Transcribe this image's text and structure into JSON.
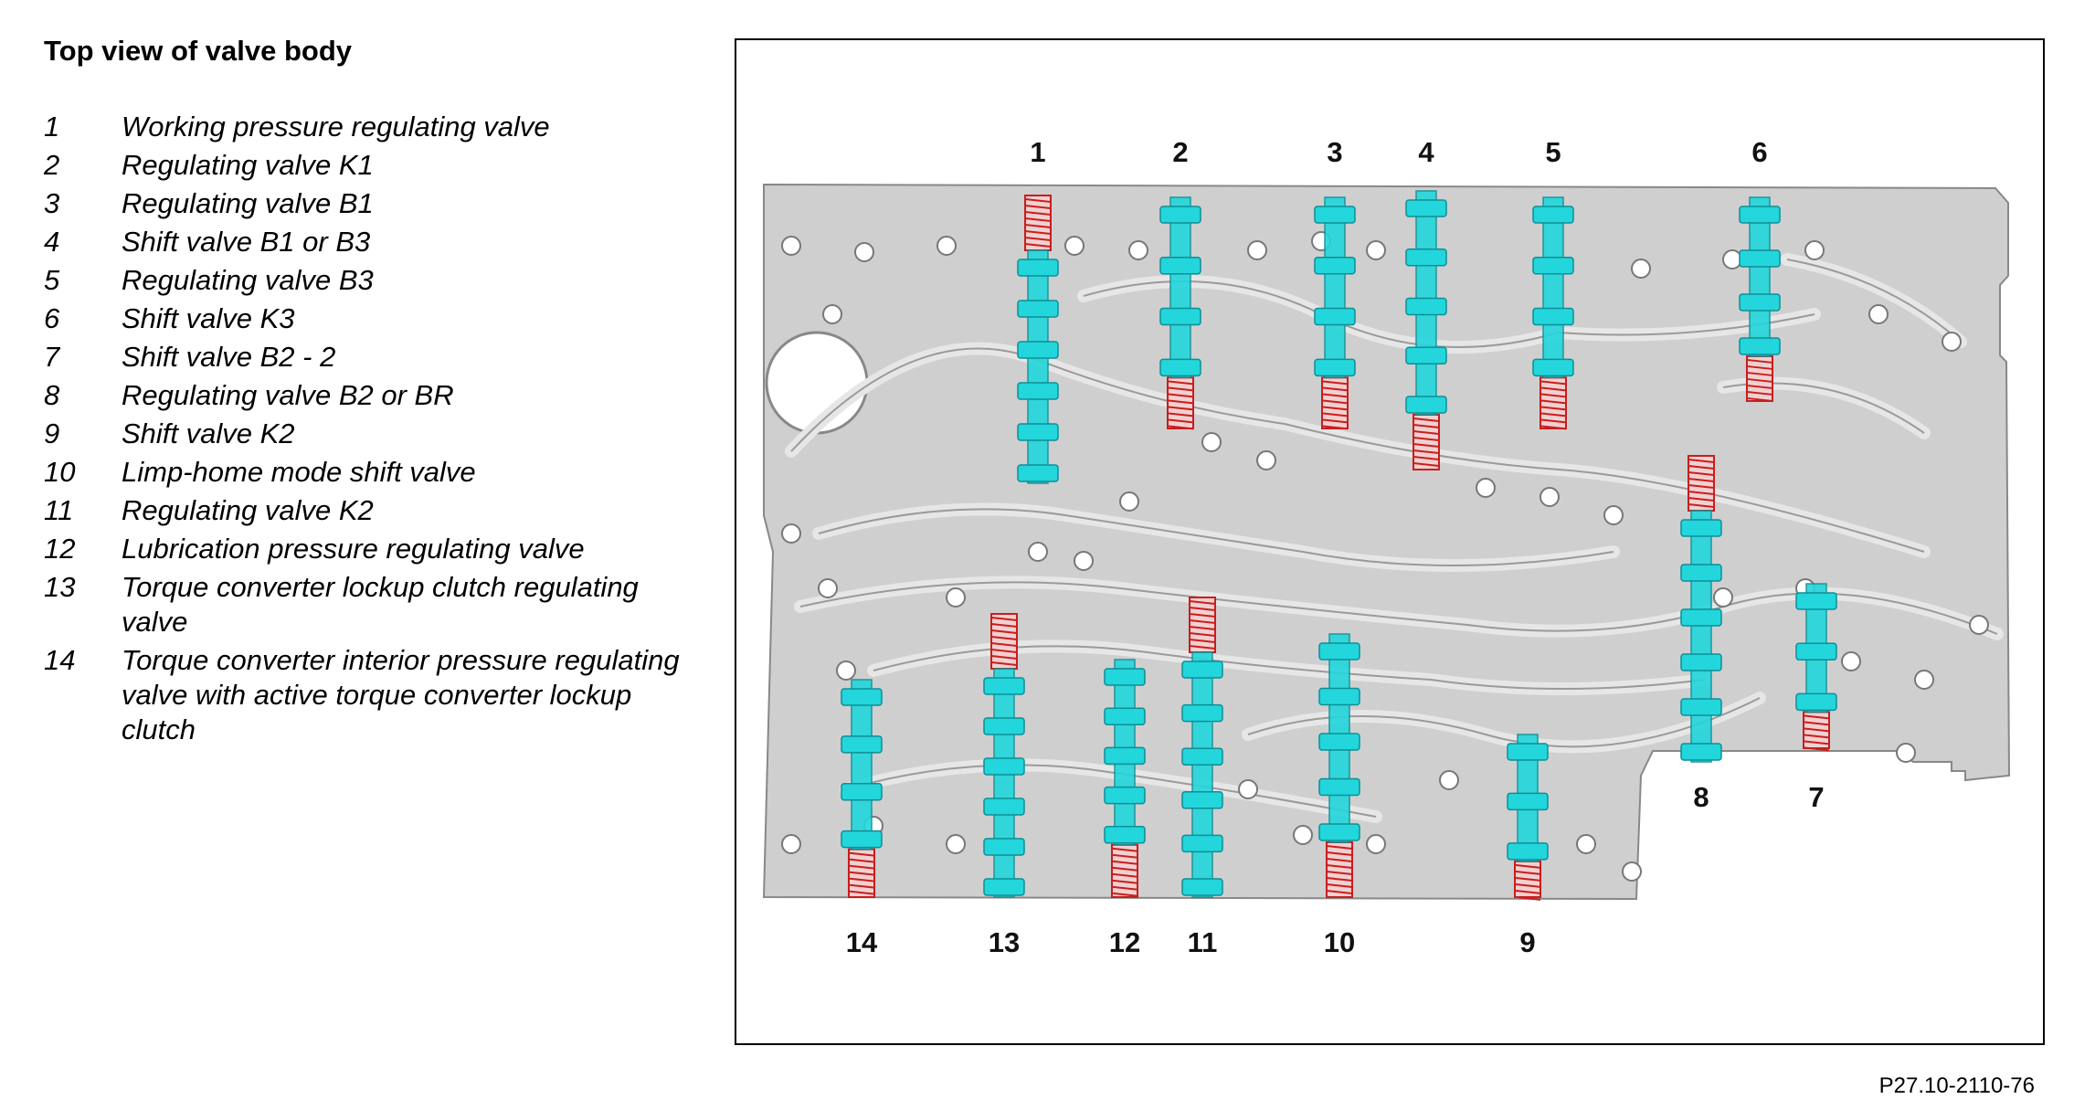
{
  "title": "Top view of   valve body",
  "legend": [
    {
      "num": "1",
      "text": "Working pressure regulating valve"
    },
    {
      "num": "2",
      "text": "Regulating valve K1"
    },
    {
      "num": "3",
      "text": "Regulating valve B1"
    },
    {
      "num": "4",
      "text": "Shift valve B1 or B3"
    },
    {
      "num": "5",
      "text": "Regulating valve B3"
    },
    {
      "num": "6",
      "text": "Shift valve K3"
    },
    {
      "num": "7",
      "text": "Shift valve B2 - 2"
    },
    {
      "num": "8",
      "text": "Regulating valve B2 or BR"
    },
    {
      "num": "9",
      "text": "Shift valve K2"
    },
    {
      "num": "10",
      "text": "Limp-home mode shift valve"
    },
    {
      "num": "11",
      "text": "Regulating valve K2"
    },
    {
      "num": "12",
      "text": "Lubrication pressure regulating valve"
    },
    {
      "num": "13",
      "text": "Torque converter lockup clutch regulating valve"
    },
    {
      "num": "14",
      "text": "Torque converter interior pressure regulating valve with active torque converter lockup clutch"
    }
  ],
  "callouts_top": [
    "1",
    "2",
    "3",
    "4",
    "5",
    "6"
  ],
  "callouts_right": [
    "8",
    "7"
  ],
  "callouts_bottom": [
    "14",
    "13",
    "12",
    "11",
    "10",
    "9"
  ],
  "colors": {
    "valve": "#22d6dc",
    "spring": "#c81e1e",
    "body": "#cfcfcf",
    "channel": "#e6e6e6"
  },
  "reference": "P27.10-2110-76"
}
